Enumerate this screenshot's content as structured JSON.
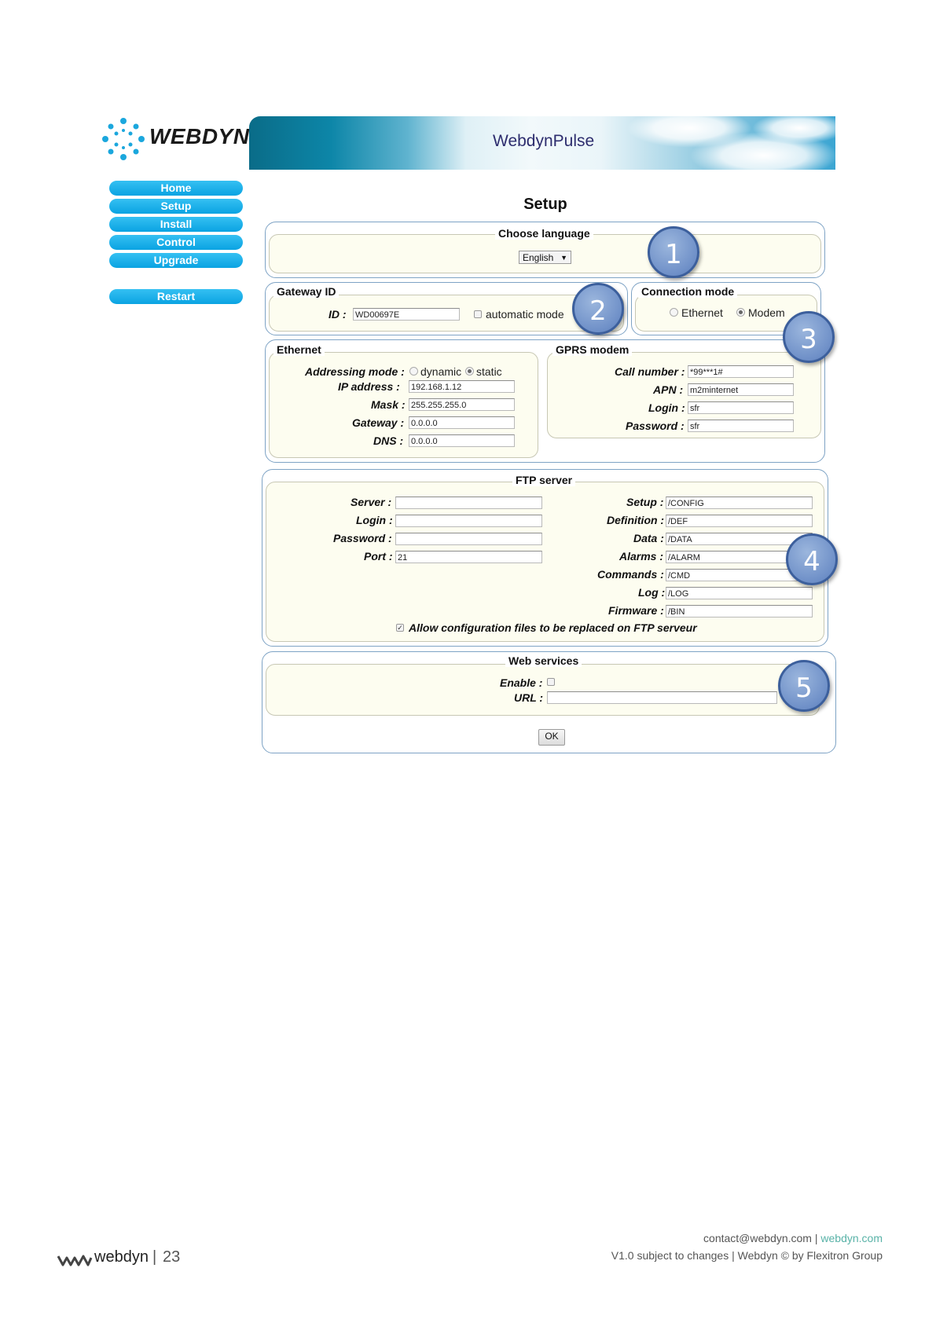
{
  "header": {
    "logo_text": "WEBDYN",
    "app_title": "WebdynPulse"
  },
  "menu": {
    "items": [
      "Home",
      "Setup",
      "Install",
      "Control",
      "Upgrade"
    ],
    "restart": "Restart"
  },
  "page_title": "Setup",
  "language": {
    "legend": "Choose language",
    "selected": "English"
  },
  "gateway": {
    "legend": "Gateway ID",
    "id_label": "ID :",
    "id_value": "WD00697E",
    "auto_label": "automatic mode"
  },
  "connection": {
    "legend": "Connection mode",
    "ethernet": "Ethernet",
    "modem": "Modem",
    "selected": "Modem"
  },
  "ethernet": {
    "legend": "Ethernet",
    "addressing_label": "Addressing mode :",
    "dynamic": "dynamic",
    "static": "static",
    "selected": "static",
    "ip_label": "IP address :",
    "ip_value": "192.168.1.12",
    "mask_label": "Mask :",
    "mask_value": "255.255.255.0",
    "gateway_label": "Gateway :",
    "gateway_value": "0.0.0.0",
    "dns_label": "DNS :",
    "dns_value": "0.0.0.0"
  },
  "gprs": {
    "legend": "GPRS modem",
    "call_label": "Call number :",
    "call_value": "*99***1#",
    "apn_label": "APN :",
    "apn_value": "m2minternet",
    "login_label": "Login :",
    "login_value": "sfr",
    "password_label": "Password :",
    "password_value": "sfr"
  },
  "ftp": {
    "legend": "FTP server",
    "server_label": "Server :",
    "server_value": "",
    "login_label": "Login :",
    "login_value": "",
    "password_label": "Password :",
    "password_value": "",
    "port_label": "Port :",
    "port_value": "21",
    "setup_label": "Setup :",
    "setup_value": "/CONFIG",
    "definition_label": "Definition :",
    "definition_value": "/DEF",
    "data_label": "Data :",
    "data_value": "/DATA",
    "alarms_label": "Alarms :",
    "alarms_value": "/ALARM",
    "commands_label": "Commands :",
    "commands_value": "/CMD",
    "log_label": "Log :",
    "log_value": "/LOG",
    "firmware_label": "Firmware :",
    "firmware_value": "/BIN",
    "allow_label": "Allow configuration files to be replaced on FTP serveur",
    "allow_checked": true
  },
  "webservices": {
    "legend": "Web services",
    "enable_label": "Enable :",
    "url_label": "URL :",
    "url_value": ""
  },
  "ok_label": "OK",
  "callouts": [
    "1",
    "2",
    "3",
    "4",
    "5"
  ],
  "footer": {
    "brand": "webdyn",
    "page_number": "23",
    "contact": "contact@webdyn.com",
    "site": "webdyn.com",
    "version_line": "V1.0 subject to changes | Webdyn © by Flexitron Group"
  },
  "colors": {
    "menu_button": "#0aa3e2",
    "panel_border": "#7ea3c5",
    "panel_fill": "#fdfdf0",
    "callout": "#6f90c8",
    "footer_link": "#58b2a7"
  }
}
